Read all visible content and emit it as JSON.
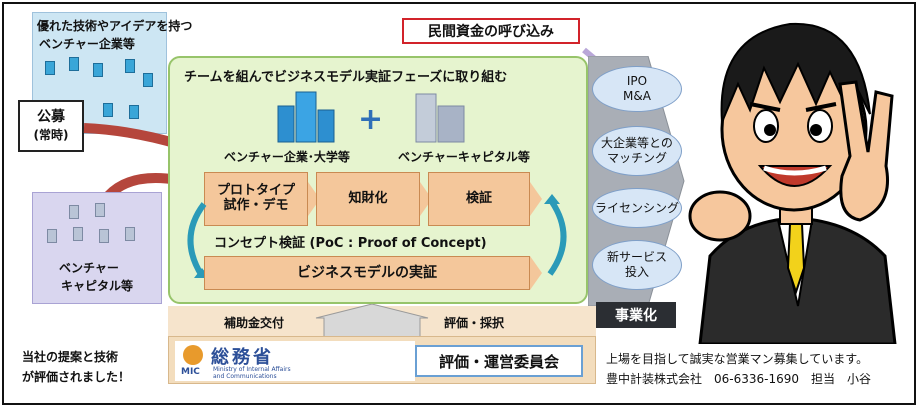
{
  "venture_box": {
    "line1": "優れた技術やアイデアを持つ",
    "line2": "ベンチャー企業等"
  },
  "recruit": {
    "line1": "公募",
    "line2": "(常時)"
  },
  "vc_box": {
    "line1": "ベンチャー",
    "line2": "キャピタル等"
  },
  "private_funds": "民間資金の呼び込み",
  "team_title": "チームを組んでビジネスモデル実証フェーズに取り組む",
  "team_left_label": "ベンチャー企業･大学等",
  "team_right_label": "ベンチャーキャピタル等",
  "stages": [
    {
      "line1": "プロトタイプ",
      "line2": "試作・デモ"
    },
    {
      "line1": "知財化",
      "line2": ""
    },
    {
      "line1": "検証",
      "line2": ""
    }
  ],
  "poc": "コンセプト検証 (PoC : Proof of Concept)",
  "business_model": "ビジネスモデルの実証",
  "outcomes": [
    {
      "line1": "IPO",
      "line2": "M&A"
    },
    {
      "line1": "大企業等との",
      "line2": "マッチング"
    },
    {
      "line1": "ライセンシング",
      "line2": ""
    },
    {
      "line1": "新サービス",
      "line2": "投入"
    }
  ],
  "commercialization": "事業化",
  "subsidy": "補助金交付",
  "evaluation_selection": "評価・採択",
  "ministry": {
    "name": "総務省",
    "en1": "Ministry of Internal Affairs",
    "en2": "and Communications",
    "mic": "MIC"
  },
  "committee": "評価・運営委員会",
  "evaluated": {
    "line1": "当社の提案と技術",
    "line2": "が評価されました！"
  },
  "recruiting": "上場を目指して誠実な営業マン募集しています。",
  "contact": "豊中計装株式会社　06-6336-1690　担当　小谷",
  "colors": {
    "green_box": "#e6f4cf",
    "green_border": "#97c46a",
    "orange": "#f4c79b",
    "blue_pill": "#d7e6f6",
    "red_border": "#d2232a"
  }
}
